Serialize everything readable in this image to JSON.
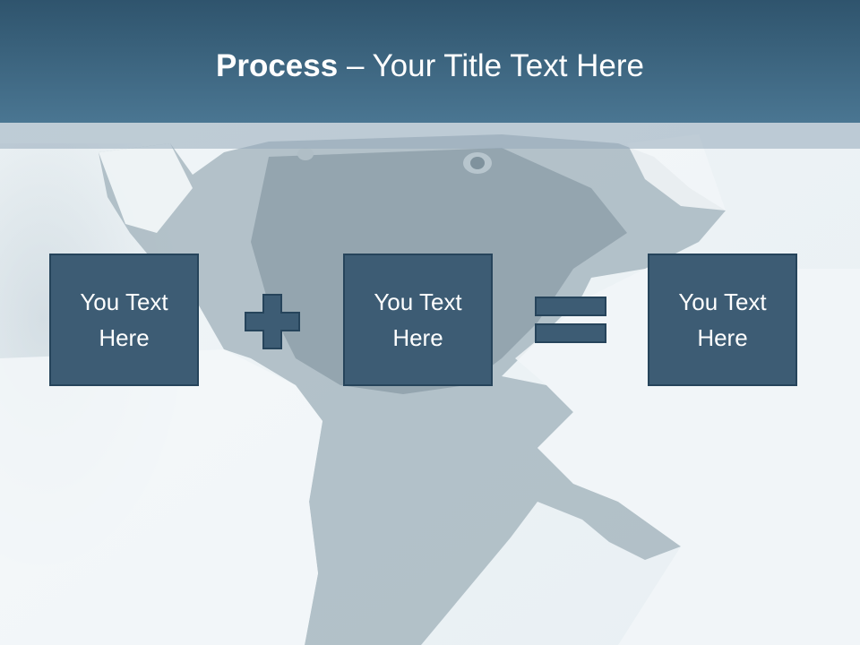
{
  "slide": {
    "title_bold": "Process",
    "title_rest": " – Your Title Text Here"
  },
  "process": {
    "boxes": [
      {
        "label": "You Text Here"
      },
      {
        "label": "You Text Here"
      },
      {
        "label": "You Text Here"
      }
    ],
    "operators": [
      {
        "icon": "plus-icon"
      },
      {
        "icon": "equals-icon"
      }
    ]
  },
  "colors": {
    "header": "#3d6580",
    "box_fill": "#3d5c74",
    "box_border": "#26445b",
    "text": "#ffffff"
  }
}
